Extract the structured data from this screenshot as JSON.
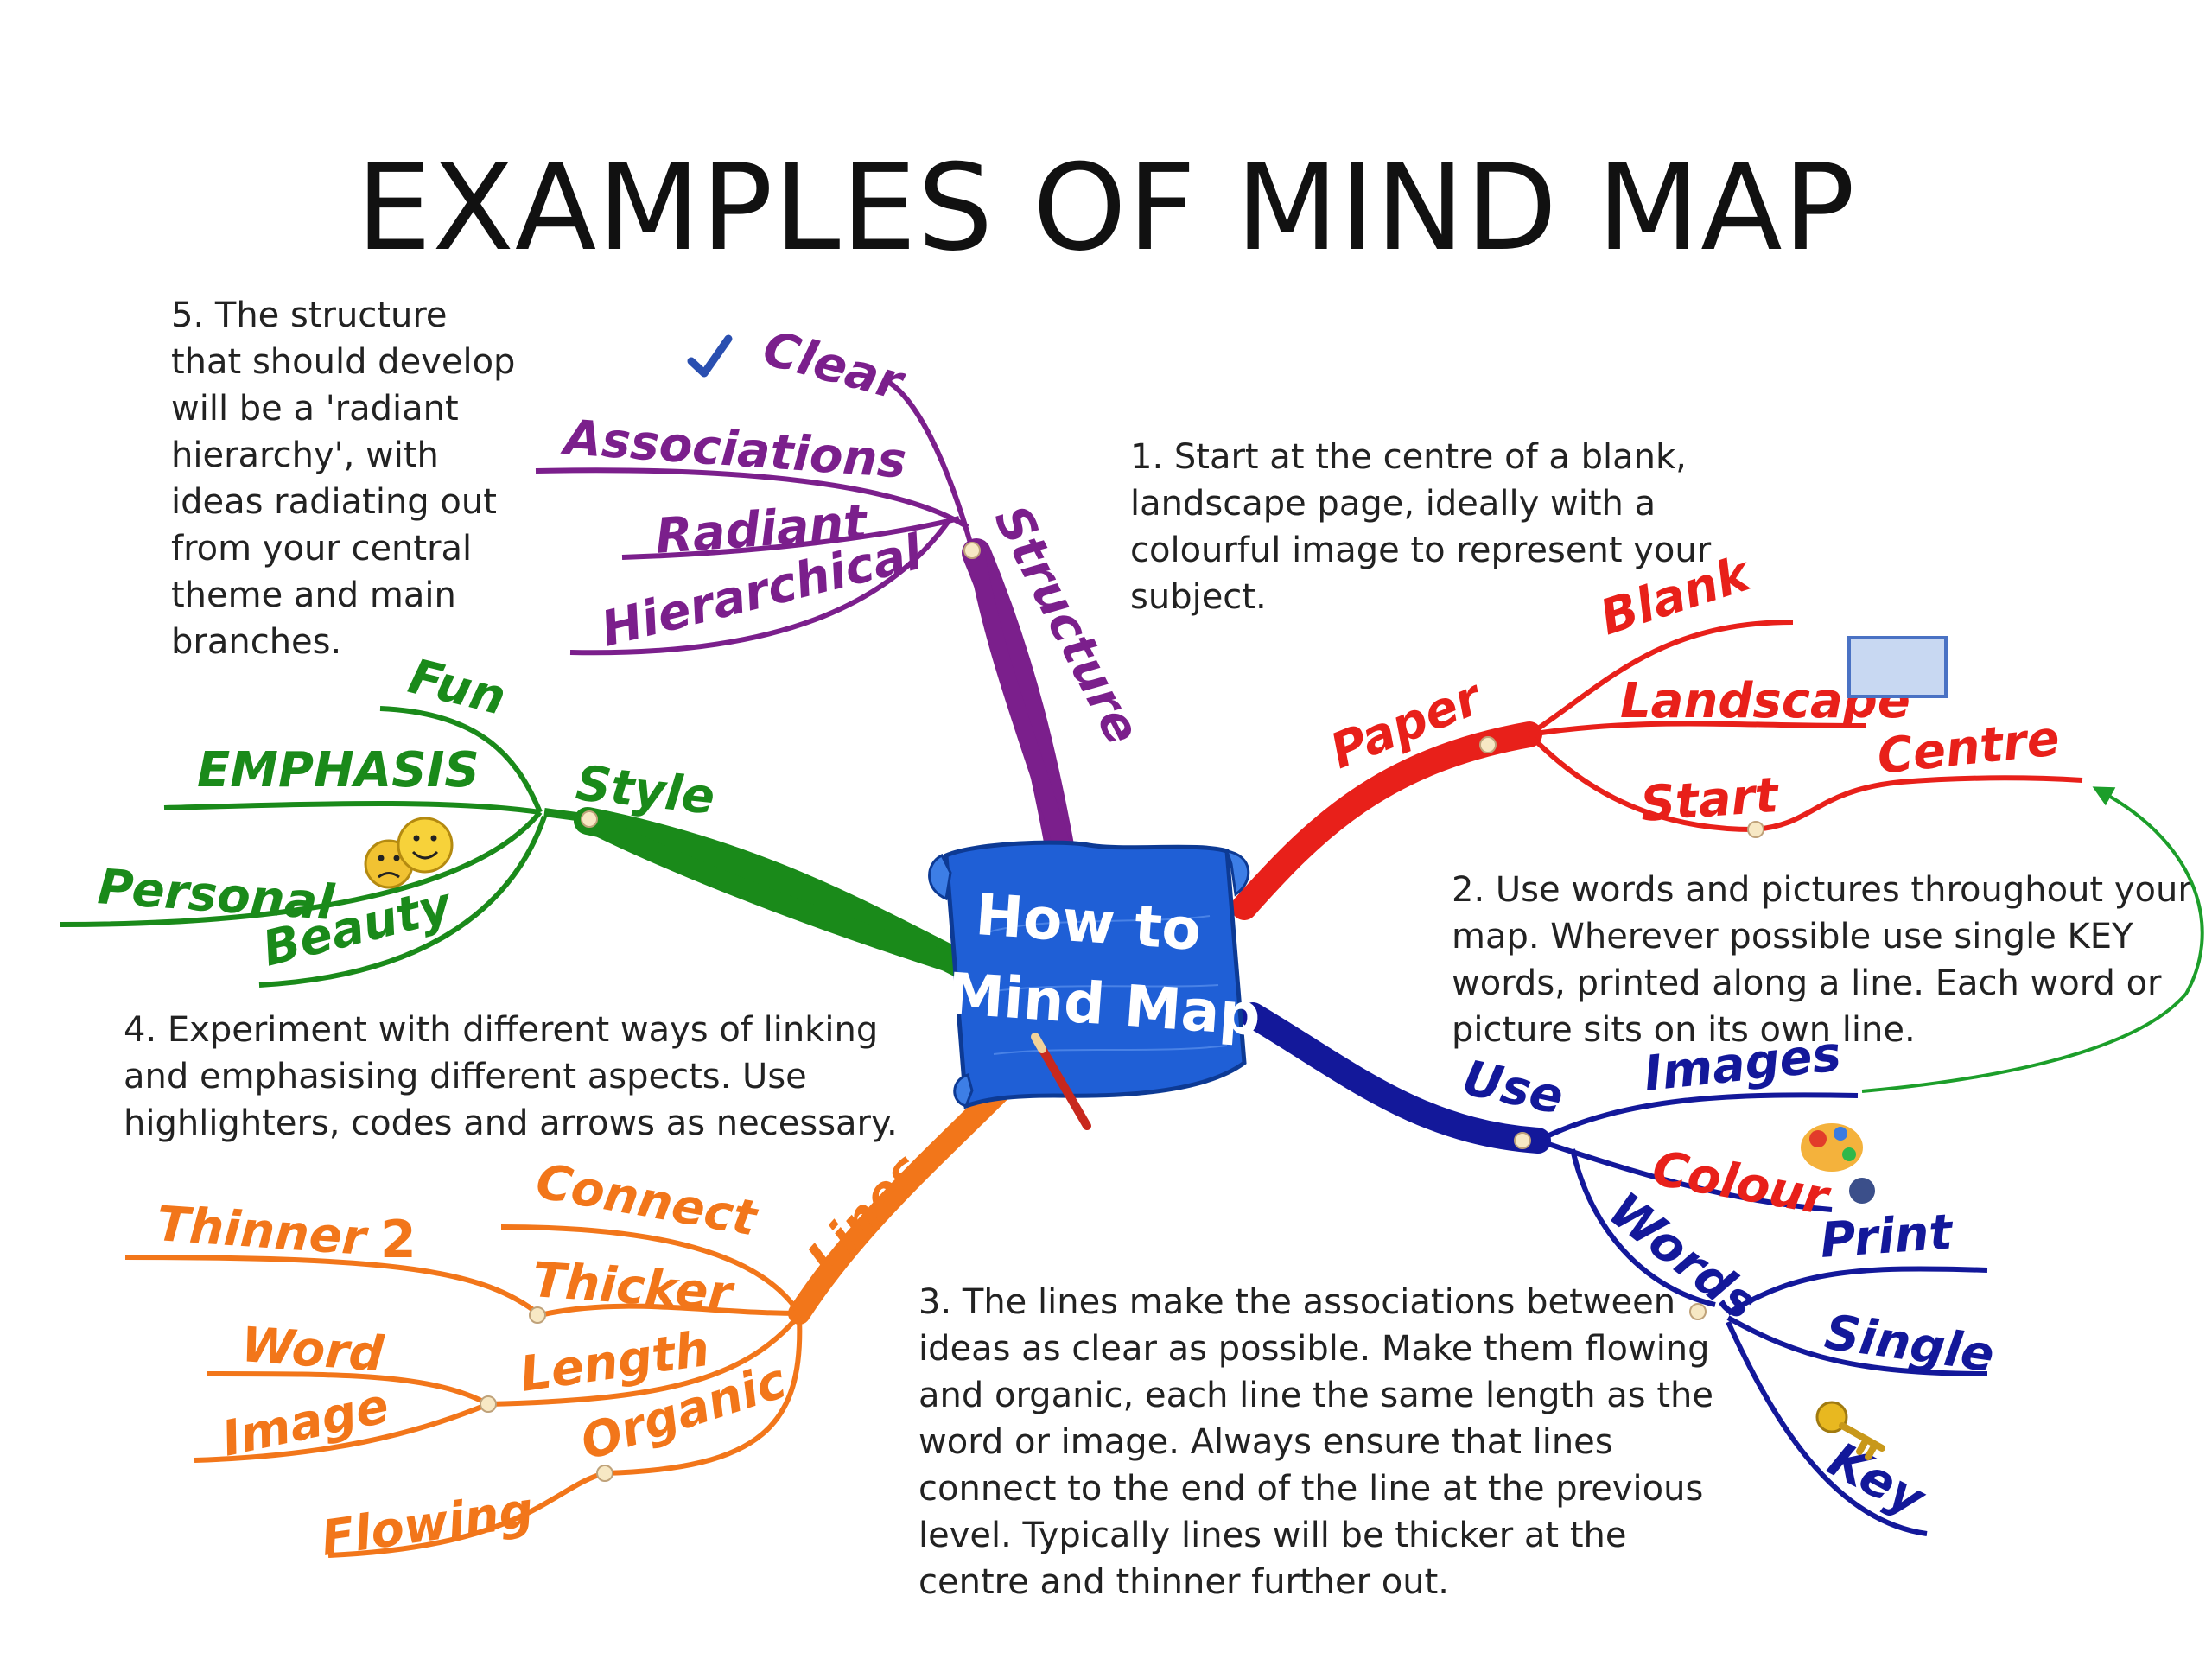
{
  "title": "EXAMPLES OF MIND MAP",
  "notes": {
    "step1": "1. Start at the centre of a blank,\nlandscape page, ideally with a\ncolourful image to represent your\nsubject.",
    "step2": "2. Use words and pictures throughout your\nmap. Wherever possible use single KEY\nwords, printed along a line. Each word or\npicture sits on its own line.",
    "step3": "3. The lines make the associations between\nideas as clear as possible. Make them flowing\nand organic, each line the same length as the\nword or image. Always ensure that lines\nconnect to the end of the line at the previous\nlevel. Typically lines will be thicker at the\ncentre and thinner further out.",
    "step4": "4. Experiment with different ways of linking\nand emphasising different aspects. Use\nhighlighters, codes and arrows as necessary.",
    "step5": "5. The structure\nthat should develop\nwill be a 'radiant\nhierarchy', with\nideas radiating out\nfrom your central\ntheme and main\nbranches."
  },
  "center": {
    "line1": "How to",
    "line2": "Mind Map",
    "color": "#1f5fd6"
  },
  "branches": {
    "structure": {
      "label": "Structure",
      "color": "#7b1f8c",
      "children": [
        "Clear",
        "Associations",
        "Radiant",
        "Hierarchical"
      ]
    },
    "paper": {
      "label": "Paper",
      "color": "#e8201a",
      "children": [
        "Blank",
        "Landscape",
        "Start",
        "Centre"
      ]
    },
    "use": {
      "label": "Use",
      "color": "#13189a",
      "children": [
        "Images",
        "Colour",
        "Words"
      ],
      "words_children": [
        "Print",
        "Single",
        "Key"
      ]
    },
    "lines": {
      "label": "Lines",
      "color": "#f2761a",
      "children": [
        "Connect",
        "Thicker",
        "Thinner",
        "2",
        "Length",
        "Word",
        "Image",
        "Organic",
        "Flowing"
      ]
    },
    "style": {
      "label": "Style",
      "color": "#1a8a1a",
      "children": [
        "Fun",
        "EMPHASIS",
        "Personal",
        "Beauty"
      ]
    }
  },
  "arrow_color": "#1c9e2a",
  "icons": [
    "checkmark-icon",
    "smiley-faces-icon",
    "paint-palette-icon",
    "key-icon",
    "image-frame-icon",
    "pencil-icon"
  ]
}
